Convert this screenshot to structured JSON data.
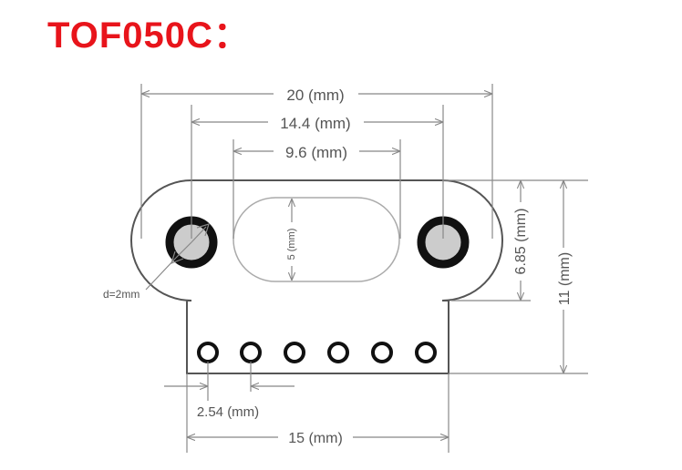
{
  "title": "TOF050C：",
  "colors": {
    "title": "#e8141b",
    "line": "#888888",
    "text": "#555555",
    "hole": "#111111",
    "hole_fill": "#cccccc"
  },
  "dimensions": {
    "width_total": "20 (mm)",
    "hole_spacing": "14.4 (mm)",
    "window_width": "9.6 (mm)",
    "window_height": "5 (mm)",
    "flange_height": "6.85 (mm)",
    "board_height": "11 (mm)",
    "pin_pitch": "2.54 (mm)",
    "header_width": "15 (mm)",
    "hole_diameter": "d=2mm"
  }
}
